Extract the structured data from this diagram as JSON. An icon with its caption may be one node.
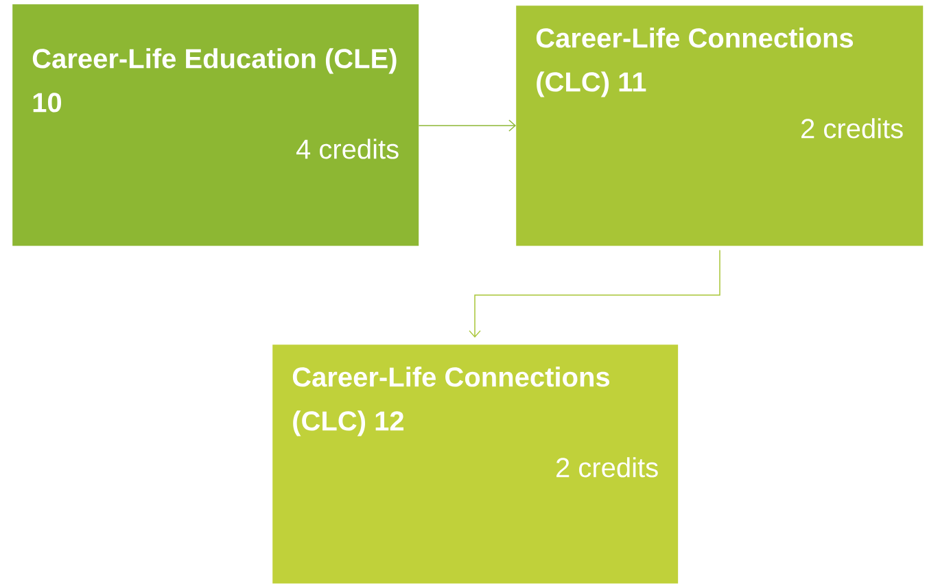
{
  "diagram": {
    "nodes": [
      {
        "text": [
          "Career-Life Education (CLE) 10",
          "4 credits"
        ]
      },
      {
        "text": [
          "Career-Life Connections (CLC) 11",
          "2 credits"
        ]
      },
      {
        "text": [
          "Career-Life Connections (CLC) 12",
          "2 credits"
        ]
      }
    ],
    "edges": [
      {
        "from": 0,
        "to": 1,
        "arrow": "to",
        "color": "#8db733"
      },
      {
        "from": 1,
        "to": 2,
        "arrow": "to",
        "color": "#a8c536"
      }
    ]
  }
}
